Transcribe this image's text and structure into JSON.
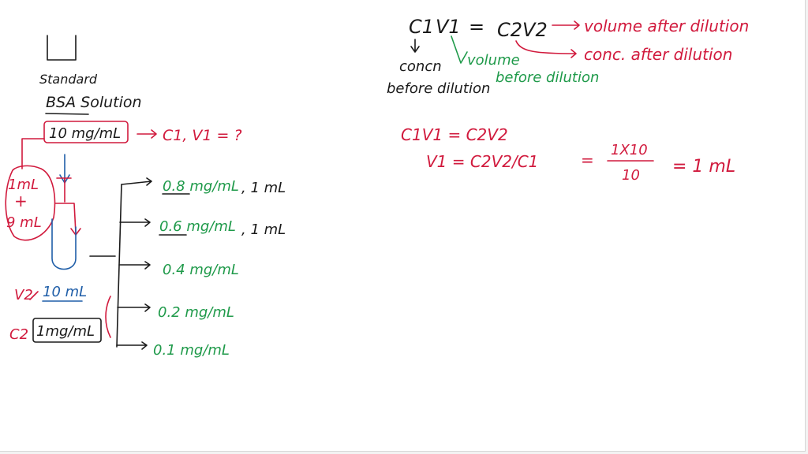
{
  "left": {
    "standard": "Standard",
    "bsa_solution": "BSA Solution",
    "stock_conc": "10 mg/mL",
    "c1v1_q": "C1, V1 = ?",
    "one_ml": "1mL",
    "plus": "+",
    "nine_ml": "9 mL",
    "v2": "V2",
    "v2_val": "10 mL",
    "c2": "C2",
    "c2_val": "1mg/mL"
  },
  "series": [
    {
      "conc": "0.8 mg/mL",
      "vol": ", 1 mL"
    },
    {
      "conc": "0.6 mg/mL",
      "vol": ", 1 mL"
    },
    {
      "conc": "0.4 mg/mL",
      "vol": ""
    },
    {
      "conc": "0.2 mg/mL",
      "vol": ""
    },
    {
      "conc": "0.1 mg/mL",
      "vol": ""
    }
  ],
  "right": {
    "formula_c1": "C1",
    "formula_v1": "V1",
    "formula_eq": "=",
    "formula_c2v2": "C2V2",
    "vol_after": "volume after dilution",
    "conc_after": "conc. after dilution",
    "conc_n": "concn",
    "before_dilution": "before dilution",
    "vol_before_1": "volume",
    "vol_before_2": "before dilution",
    "eq1": "C1V1 = C2V2",
    "eq2_lhs": "V1 = C2V2/C1",
    "eq2_eq": "=",
    "frac_num": "1X10",
    "frac_den": "10",
    "result": "= 1 mL"
  },
  "colors": {
    "black": "#1a1a1a",
    "red": "#d11a3d",
    "green": "#1f9a4a",
    "blue": "#1f5ea8"
  }
}
